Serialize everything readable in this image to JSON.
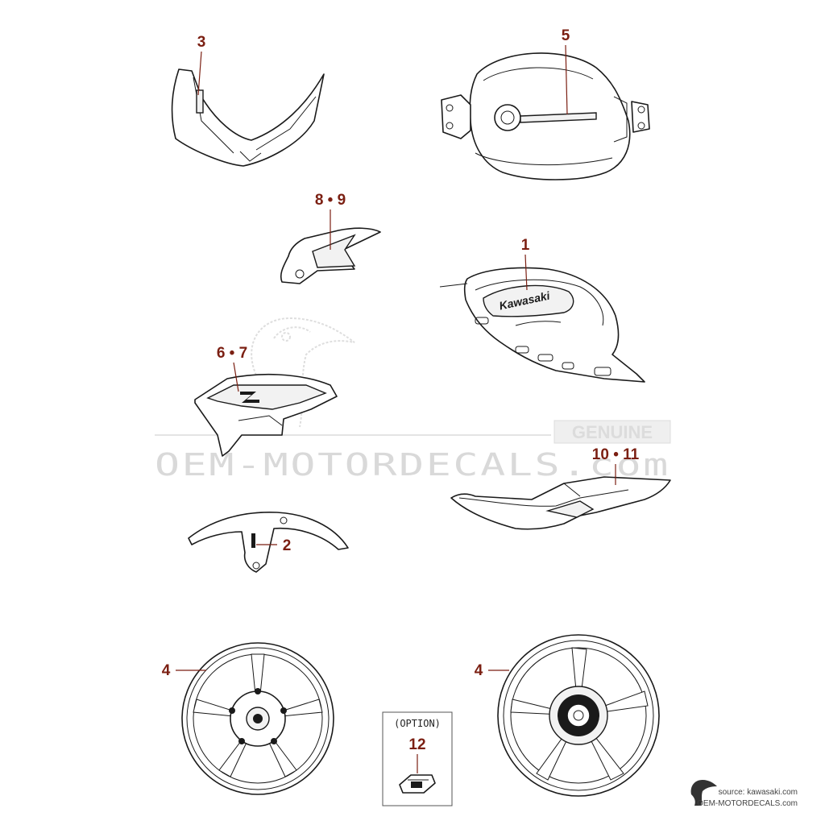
{
  "watermark": {
    "site_text": "OEM-MOTORDECALS.com",
    "badge_text": "GENUINE"
  },
  "callouts": {
    "p1": "1",
    "p2": "2",
    "p3": "3",
    "p4_left": "4",
    "p4_right": "4",
    "p5": "5",
    "p6_7": "6 • 7",
    "p8_9": "8 • 9",
    "p10_11": "10 • 11",
    "p12": "12"
  },
  "option_box": {
    "label": "(OPTION)"
  },
  "tank_decal_text": "Kawasaki",
  "credits": {
    "source": "source: kawasaki.com",
    "site": "OEM-MOTORDECALS.com"
  },
  "colors": {
    "callout": "#7b1f12",
    "line_art": "#1a1a1a",
    "watermark": "#d9d9d9"
  }
}
